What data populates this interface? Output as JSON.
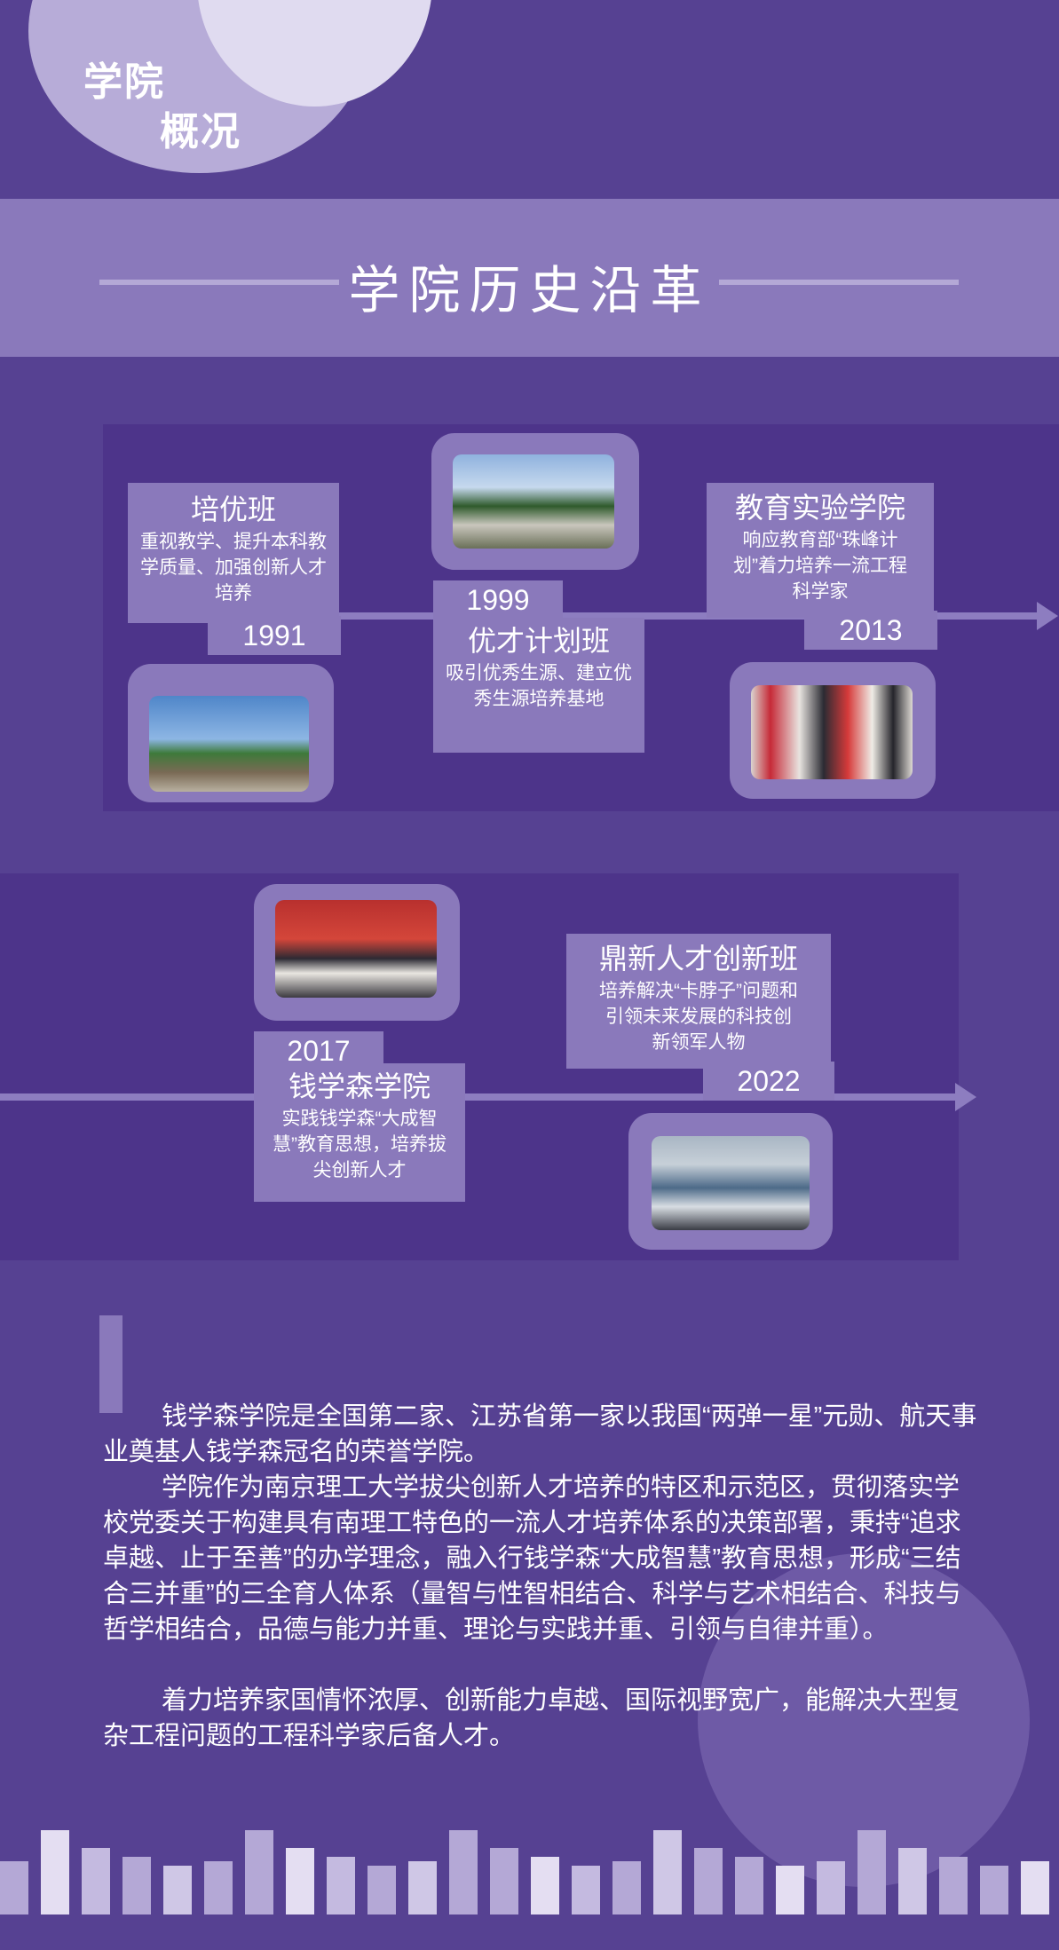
{
  "header": {
    "title_line1": "学院",
    "title_line2": "概况"
  },
  "section": {
    "title": "学院历史沿革"
  },
  "timeline": [
    {
      "year": "1991",
      "title": "培优班",
      "desc": "重视教学、提升本科教学质量、加强创新人才培养",
      "photo_icon": "campus-gate-photo"
    },
    {
      "year": "1999",
      "title": "优才计划班",
      "desc": "吸引优秀生源、建立优秀生源培养基地",
      "photo_icon": "campus-square-photo"
    },
    {
      "year": "2013",
      "title": "教育实验学院",
      "desc": "响应教育部“珠峰计划”着力培养一流工程科学家",
      "photo_icon": "plaque-unveiling-photo"
    },
    {
      "year": "2017",
      "title": "钱学森学院",
      "desc": "实践钱学森“大成智慧”教育思想，培养拔尖创新人才",
      "photo_icon": "naming-ceremony-photo"
    },
    {
      "year": "2022",
      "title": "鼎新人才创新班",
      "desc": "培养解决“卡脖子”问题和引领未来发展的科技创新领军人物",
      "photo_icon": "group-photo"
    }
  ],
  "intro": {
    "paragraphs": [
      "钱学森学院是全国第二家、江苏省第一家以我国“两弹一星”元勋、航天事业奠基人钱学森冠名的荣誉学院。",
      "学院作为南京理工大学拔尖创新人才培养的特区和示范区，贯彻落实学校党委关于构建具有南理工特色的一流人才培养体系的决策部署，秉持“追求卓越、止于至善”的办学理念，融入行钱学森“大成智慧”教育思想，形成“三结合三并重”的三全育人体系（量智与性智相结合、科学与艺术相结合、科技与哲学相结合，品德与能力并重、理论与实践并重、引领与自律并重）。",
      "着力培养家国情怀浓厚、创新能力卓越、国际视野宽广，能解决大型复杂工程问题的工程科学家后备人才。"
    ]
  },
  "colors": {
    "background": "#564192",
    "band": "#8a79bb",
    "panel": "#4d348a",
    "accent": "#b4a8d6"
  }
}
